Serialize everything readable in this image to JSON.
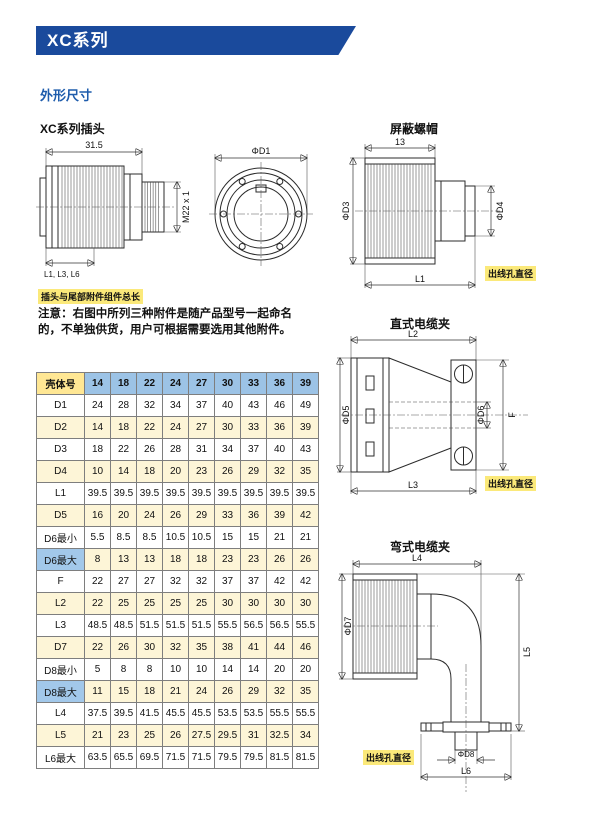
{
  "banner": {
    "title": "XC系列"
  },
  "section": {
    "title": "外形尺寸"
  },
  "plug": {
    "title": "XC系列插头",
    "caption": "插头与尾部附件组件总长",
    "dim_width": "31.5",
    "dim_thread": "M22 x 1",
    "dim_lengths": "L1, L3, L6",
    "dim_front_dia": "ΦD1"
  },
  "note": {
    "text": "注意：右图中所列三种附件是随产品型号一起命名的，不单独供货，用户可根据需要选用其他附件。"
  },
  "table": {
    "header_label": "壳体号",
    "header_values": [
      "14",
      "18",
      "22",
      "24",
      "27",
      "30",
      "33",
      "36",
      "39"
    ],
    "rows": [
      {
        "label": "D1",
        "values": [
          "24",
          "28",
          "32",
          "34",
          "37",
          "40",
          "43",
          "46",
          "49"
        ]
      },
      {
        "label": "D2",
        "values": [
          "14",
          "18",
          "22",
          "24",
          "27",
          "30",
          "33",
          "36",
          "39"
        ]
      },
      {
        "label": "D3",
        "values": [
          "18",
          "22",
          "26",
          "28",
          "31",
          "34",
          "37",
          "40",
          "43"
        ]
      },
      {
        "label": "D4",
        "values": [
          "10",
          "14",
          "18",
          "20",
          "23",
          "26",
          "29",
          "32",
          "35"
        ]
      },
      {
        "label": "L1",
        "values": [
          "39.5",
          "39.5",
          "39.5",
          "39.5",
          "39.5",
          "39.5",
          "39.5",
          "39.5",
          "39.5"
        ]
      },
      {
        "label": "D5",
        "values": [
          "16",
          "20",
          "24",
          "26",
          "29",
          "33",
          "36",
          "39",
          "42"
        ]
      },
      {
        "label": "D6最小",
        "values": [
          "5.5",
          "8.5",
          "8.5",
          "10.5",
          "10.5",
          "15",
          "15",
          "21",
          "21"
        ]
      },
      {
        "label": "D6最大",
        "values": [
          "8",
          "13",
          "13",
          "18",
          "18",
          "23",
          "23",
          "26",
          "26"
        ],
        "hl": true
      },
      {
        "label": "F",
        "values": [
          "22",
          "27",
          "27",
          "32",
          "32",
          "37",
          "37",
          "42",
          "42"
        ]
      },
      {
        "label": "L2",
        "values": [
          "22",
          "25",
          "25",
          "25",
          "25",
          "30",
          "30",
          "30",
          "30"
        ]
      },
      {
        "label": "L3",
        "values": [
          "48.5",
          "48.5",
          "51.5",
          "51.5",
          "51.5",
          "55.5",
          "56.5",
          "56.5",
          "55.5"
        ]
      },
      {
        "label": "D7",
        "values": [
          "22",
          "26",
          "30",
          "32",
          "35",
          "38",
          "41",
          "44",
          "46"
        ]
      },
      {
        "label": "D8最小",
        "values": [
          "5",
          "8",
          "8",
          "10",
          "10",
          "14",
          "14",
          "20",
          "20"
        ]
      },
      {
        "label": "D8最大",
        "values": [
          "11",
          "15",
          "18",
          "21",
          "24",
          "26",
          "29",
          "32",
          "35"
        ],
        "hl": true
      },
      {
        "label": "L4",
        "values": [
          "37.5",
          "39.5",
          "41.5",
          "45.5",
          "45.5",
          "53.5",
          "53.5",
          "55.5",
          "55.5"
        ]
      },
      {
        "label": "L5",
        "values": [
          "21",
          "23",
          "25",
          "26",
          "27.5",
          "29.5",
          "31",
          "32.5",
          "34"
        ]
      },
      {
        "label": "L6最大",
        "values": [
          "63.5",
          "65.5",
          "69.5",
          "71.5",
          "71.5",
          "79.5",
          "79.5",
          "81.5",
          "81.5"
        ]
      }
    ]
  },
  "shield_nut": {
    "title": "屏蔽螺帽",
    "dim_top": "13",
    "dim_left": "ΦD3",
    "dim_right": "ΦD4",
    "dim_bottom": "L1",
    "outlet_label": "出线孔直径"
  },
  "straight_clamp": {
    "title": "直式电缆夹",
    "dim_top": "L2",
    "dim_left": "ΦD5",
    "dim_bore": "ΦD6",
    "dim_flange": "F",
    "dim_bottom": "L3",
    "outlet_label": "出线孔直径"
  },
  "bent_clamp": {
    "title": "弯式电缆夹",
    "dim_top": "L4",
    "dim_left": "ΦD7",
    "dim_right": "L5",
    "dim_hole": "ΦD8",
    "dim_bottom": "L6",
    "outlet_label": "出线孔直径"
  }
}
